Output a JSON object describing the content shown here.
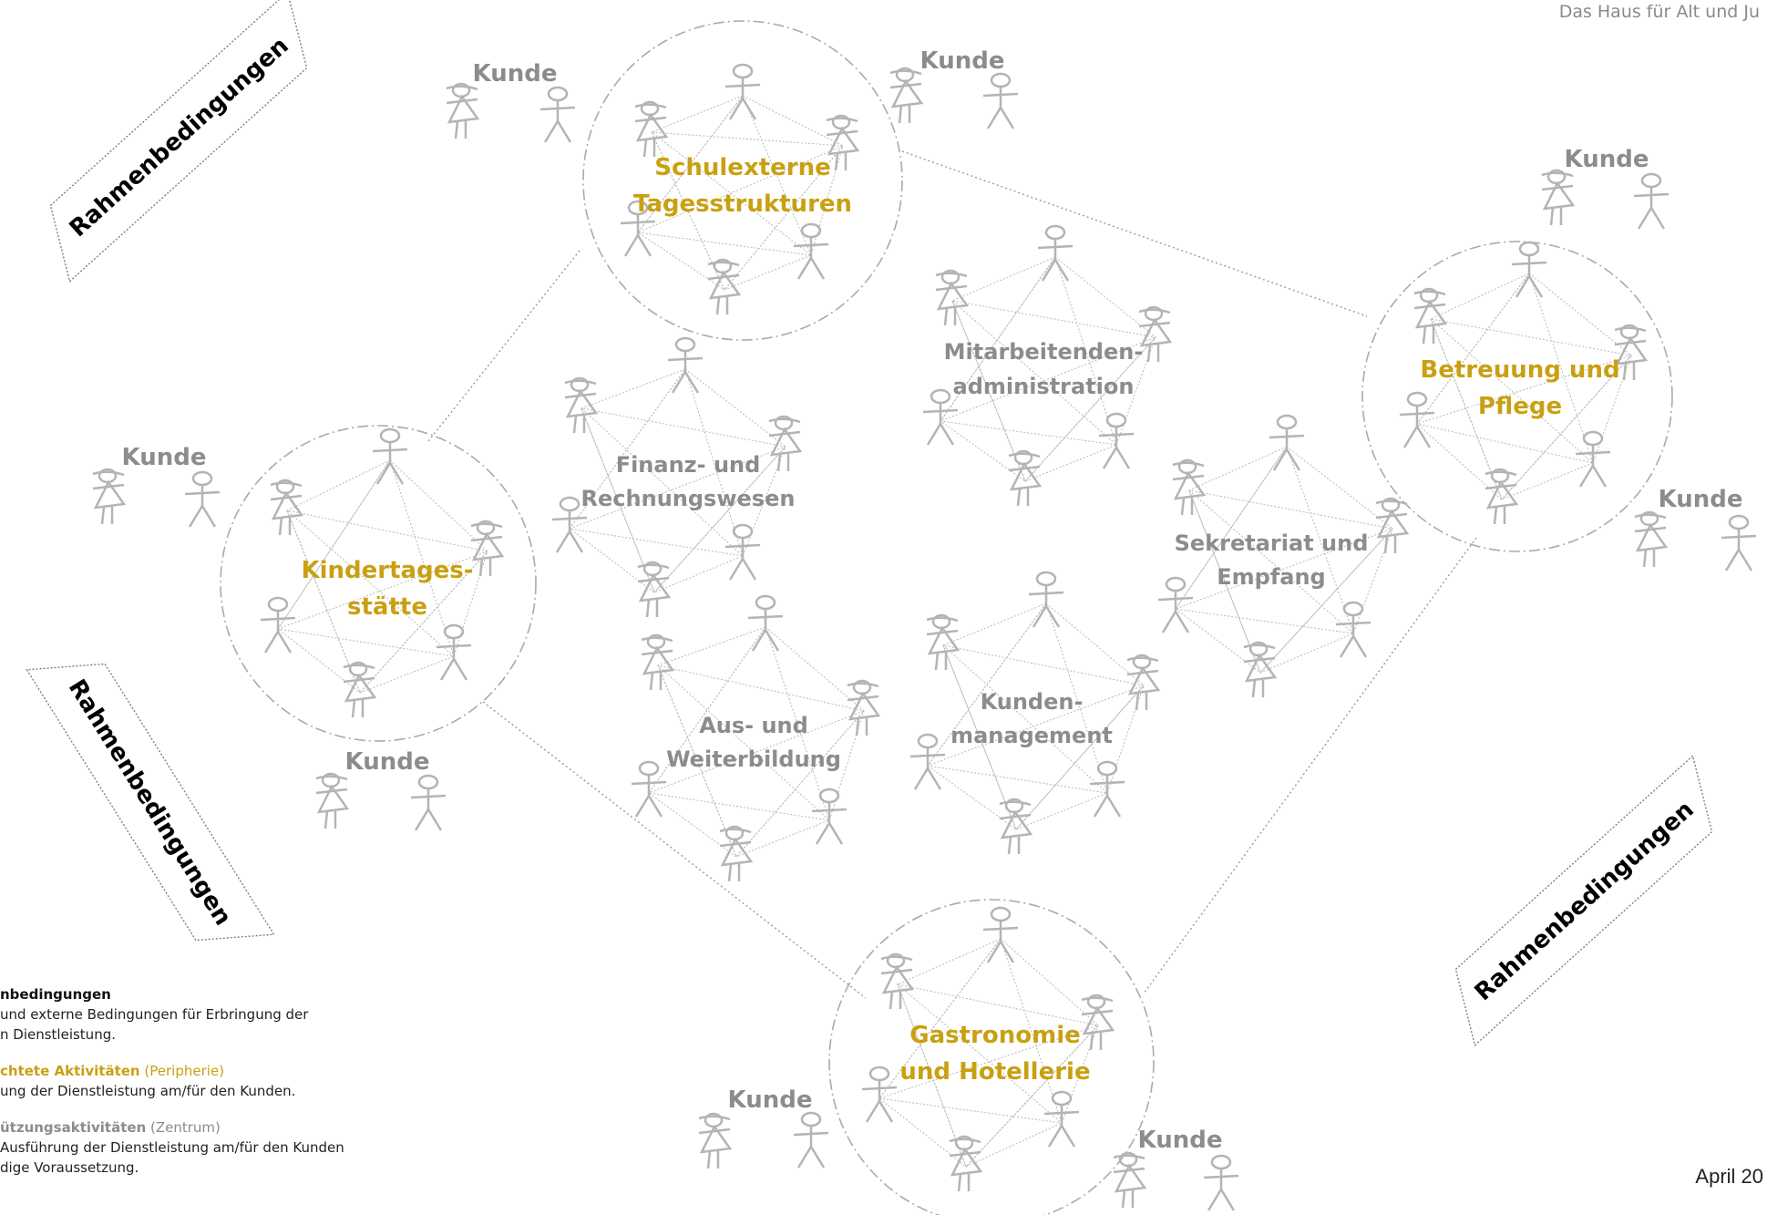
{
  "header": {
    "brand_text": "Das Haus für Alt und Ju"
  },
  "footer": {
    "date_text": "April 20"
  },
  "kunde_label": "Kunde",
  "rahmen_label": "Rahmenbedingungen",
  "core_labels": {
    "schule": [
      "Schulexterne",
      "Tagesstrukturen"
    ],
    "betreuung": [
      "Betreuung und",
      "Pflege"
    ],
    "kita": [
      "Kindertages-",
      "stätte"
    ],
    "gastro": [
      "Gastronomie",
      "und Hotellerie"
    ]
  },
  "support_labels": {
    "mitarbeitende": [
      "Mitarbeitenden-",
      "administration"
    ],
    "finanz": [
      "Finanz- und",
      "Rechnungswesen"
    ],
    "sekretariat": [
      "Sekretariat und",
      "Empfang"
    ],
    "kundenmgmt": [
      "Kunden-",
      "management"
    ],
    "ausbildung": [
      "Aus- und",
      "Weiterbildung"
    ]
  },
  "legend": {
    "rahmen": {
      "title": "nbedingungen",
      "line1": "und externe Bedingungen für Erbringung der",
      "line2": "n Dienstleistung."
    },
    "peripherie": {
      "title": "chtete Aktivitäten",
      "suffix": " (Peripherie)",
      "line1": "ung der Dienstleistung am/für den Kunden."
    },
    "zentrum": {
      "title": "ützungsaktivitäten",
      "suffix": " (Zentrum)",
      "line1": "Ausführung der Dienstleistung am/für den Kunden",
      "line2": "dige Voraussetzung."
    }
  },
  "colors": {
    "core": "#c9a012",
    "support": "#8c8c8c",
    "figures": "#b4b4b4",
    "lines": "#9a9a9a"
  }
}
